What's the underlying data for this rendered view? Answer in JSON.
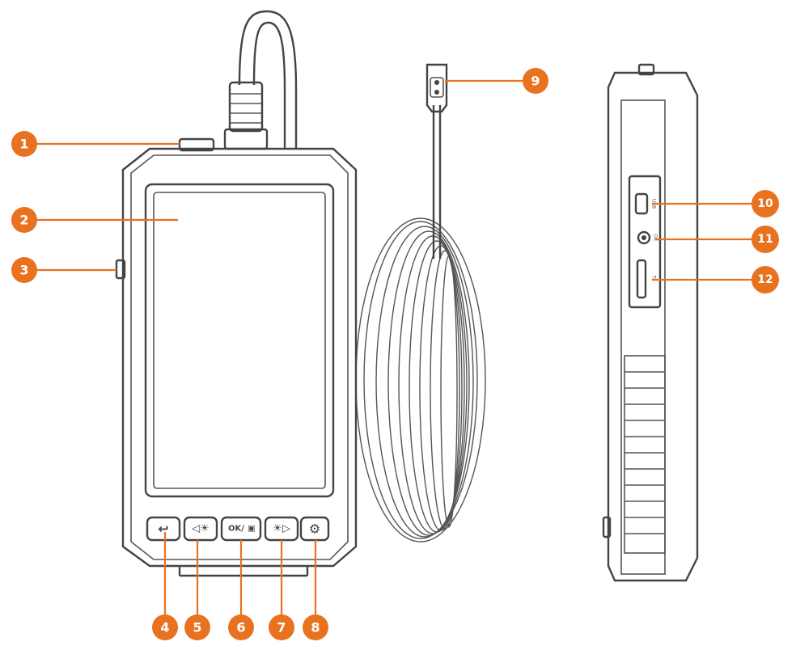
{
  "callouts": [
    {
      "id": "1",
      "label": "1"
    },
    {
      "id": "2",
      "label": "2"
    },
    {
      "id": "3",
      "label": "3"
    },
    {
      "id": "4",
      "label": "4"
    },
    {
      "id": "5",
      "label": "5"
    },
    {
      "id": "6",
      "label": "6"
    },
    {
      "id": "7",
      "label": "7"
    },
    {
      "id": "8",
      "label": "8"
    },
    {
      "id": "9",
      "label": "9"
    },
    {
      "id": "10",
      "label": "10"
    },
    {
      "id": "11",
      "label": "11"
    },
    {
      "id": "12",
      "label": "12"
    }
  ],
  "buttons": {
    "ok_label": "OK/",
    "back_icon": "return-arrow-icon",
    "light_down_icon": "light-decrease-icon",
    "capture_icon": "camera-icon",
    "light_up_icon": "light-increase-icon",
    "settings_icon": "gear-icon"
  },
  "ports": {
    "usb_label": "USB",
    "audio_label": "DC",
    "card_label": "TF"
  },
  "colors": {
    "callout": "#E8721F",
    "leader": "#E8721F",
    "outline": "#444444"
  }
}
